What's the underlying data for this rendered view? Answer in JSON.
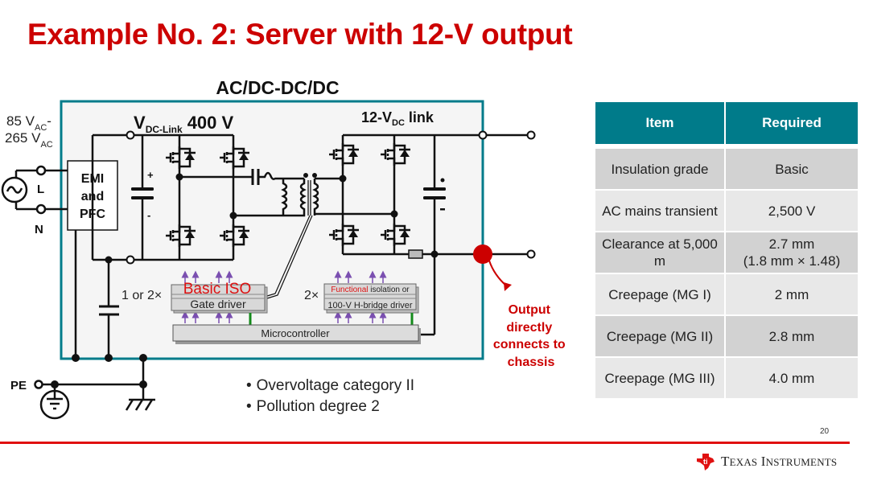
{
  "slide": {
    "title": "Example No. 2: Server with 12-V output",
    "page_number": "20",
    "brand": {
      "logo_icon": "texas-instruments-logo",
      "name_big_1": "T",
      "name_small_1": "EXAS",
      "name_big_2": "I",
      "name_small_2": "NSTRUMENTS"
    },
    "colors": {
      "title_red": "#cc0000",
      "teal": "#007b8a",
      "footer_red": "#e01010",
      "chassis_dot": "#cc0000"
    }
  },
  "diagram": {
    "heading": "AC/DC-DC/DC",
    "input_voltage": {
      "line1_main": "85 V",
      "line1_sub": "AC",
      "line1_suffix": "-",
      "line2_main": "265 V",
      "line2_sub": "AC"
    },
    "terminal_L": "L",
    "terminal_N": "N",
    "terminal_PE": "PE",
    "emi_pfc": {
      "line1": "EMI",
      "line2": "and",
      "line3": "PFC"
    },
    "dc_link": {
      "main": "V",
      "sub": "DC-Link",
      "value": "400 V"
    },
    "lv_link": {
      "prefix": "12-V",
      "sub": "DC",
      "suffix": " link"
    },
    "gate_driver": {
      "multiplier": "1 or 2×",
      "iso_label": "Basic ISO",
      "label": "Gate driver"
    },
    "hbridge_driver": {
      "multiplier": "2×",
      "functional": "Functional",
      "iso_suffix": " isolation or",
      "label": "100-V H-bridge driver"
    },
    "microcontroller": "Microcontroller",
    "chassis_note": [
      "Output",
      "directly",
      "connects to",
      "chassis"
    ]
  },
  "bullets": [
    "Overvoltage category II",
    "Pollution degree 2"
  ],
  "table": {
    "headers": [
      "Item",
      "Required"
    ],
    "rows": [
      {
        "item": "Insulation grade",
        "required": "Basic"
      },
      {
        "item": "AC mains transient",
        "required": "2,500 V"
      },
      {
        "item": "Clearance at 5,000 m",
        "required": "2.7 mm",
        "required_note": "(1.8 mm × 1.48)"
      },
      {
        "item": "Creepage (MG I)",
        "required": "2 mm"
      },
      {
        "item": "Creepage (MG II)",
        "required": "2.8 mm"
      },
      {
        "item": "Creepage (MG III)",
        "required": "4.0 mm"
      }
    ]
  }
}
